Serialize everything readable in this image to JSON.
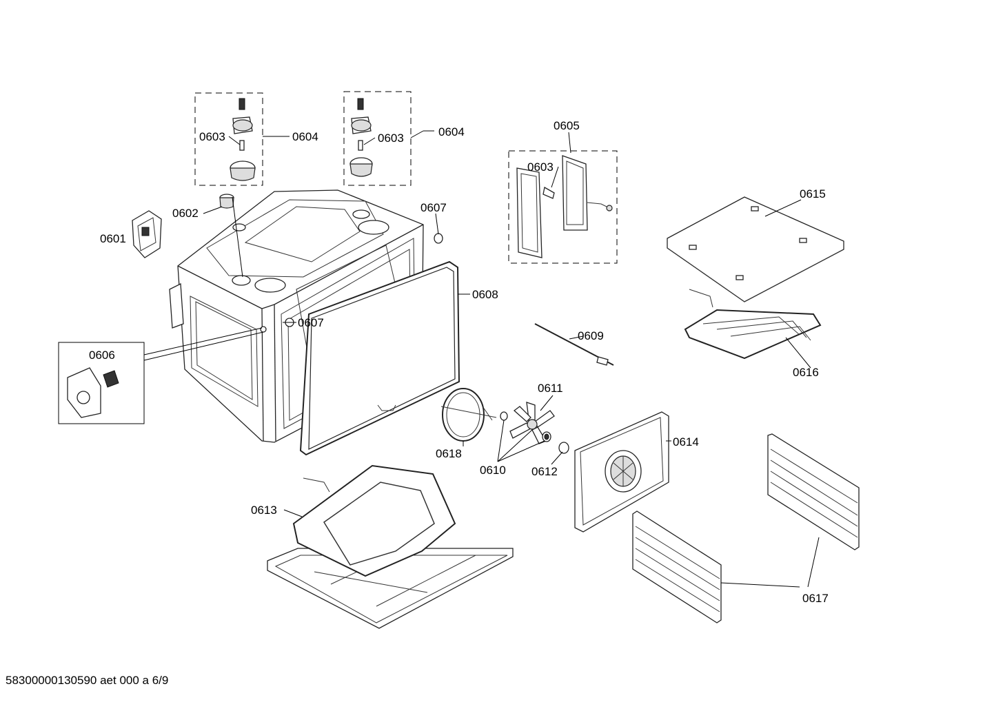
{
  "footer": "58300000130590 aet 000 a 6/9",
  "labels": {
    "p0601": "0601",
    "p0602": "0602",
    "p0603a": "0603",
    "p0603b": "0603",
    "p0603c": "0603",
    "p0604a": "0604",
    "p0604b": "0604",
    "p0605": "0605",
    "p0606": "0606",
    "p0607a": "0607",
    "p0607b": "0607",
    "p0608": "0608",
    "p0609": "0609",
    "p0610": "0610",
    "p0611": "0611",
    "p0612": "0612",
    "p0613": "0613",
    "p0614": "0614",
    "p0615": "0615",
    "p0616": "0616",
    "p0617": "0617",
    "p0618": "0618"
  }
}
